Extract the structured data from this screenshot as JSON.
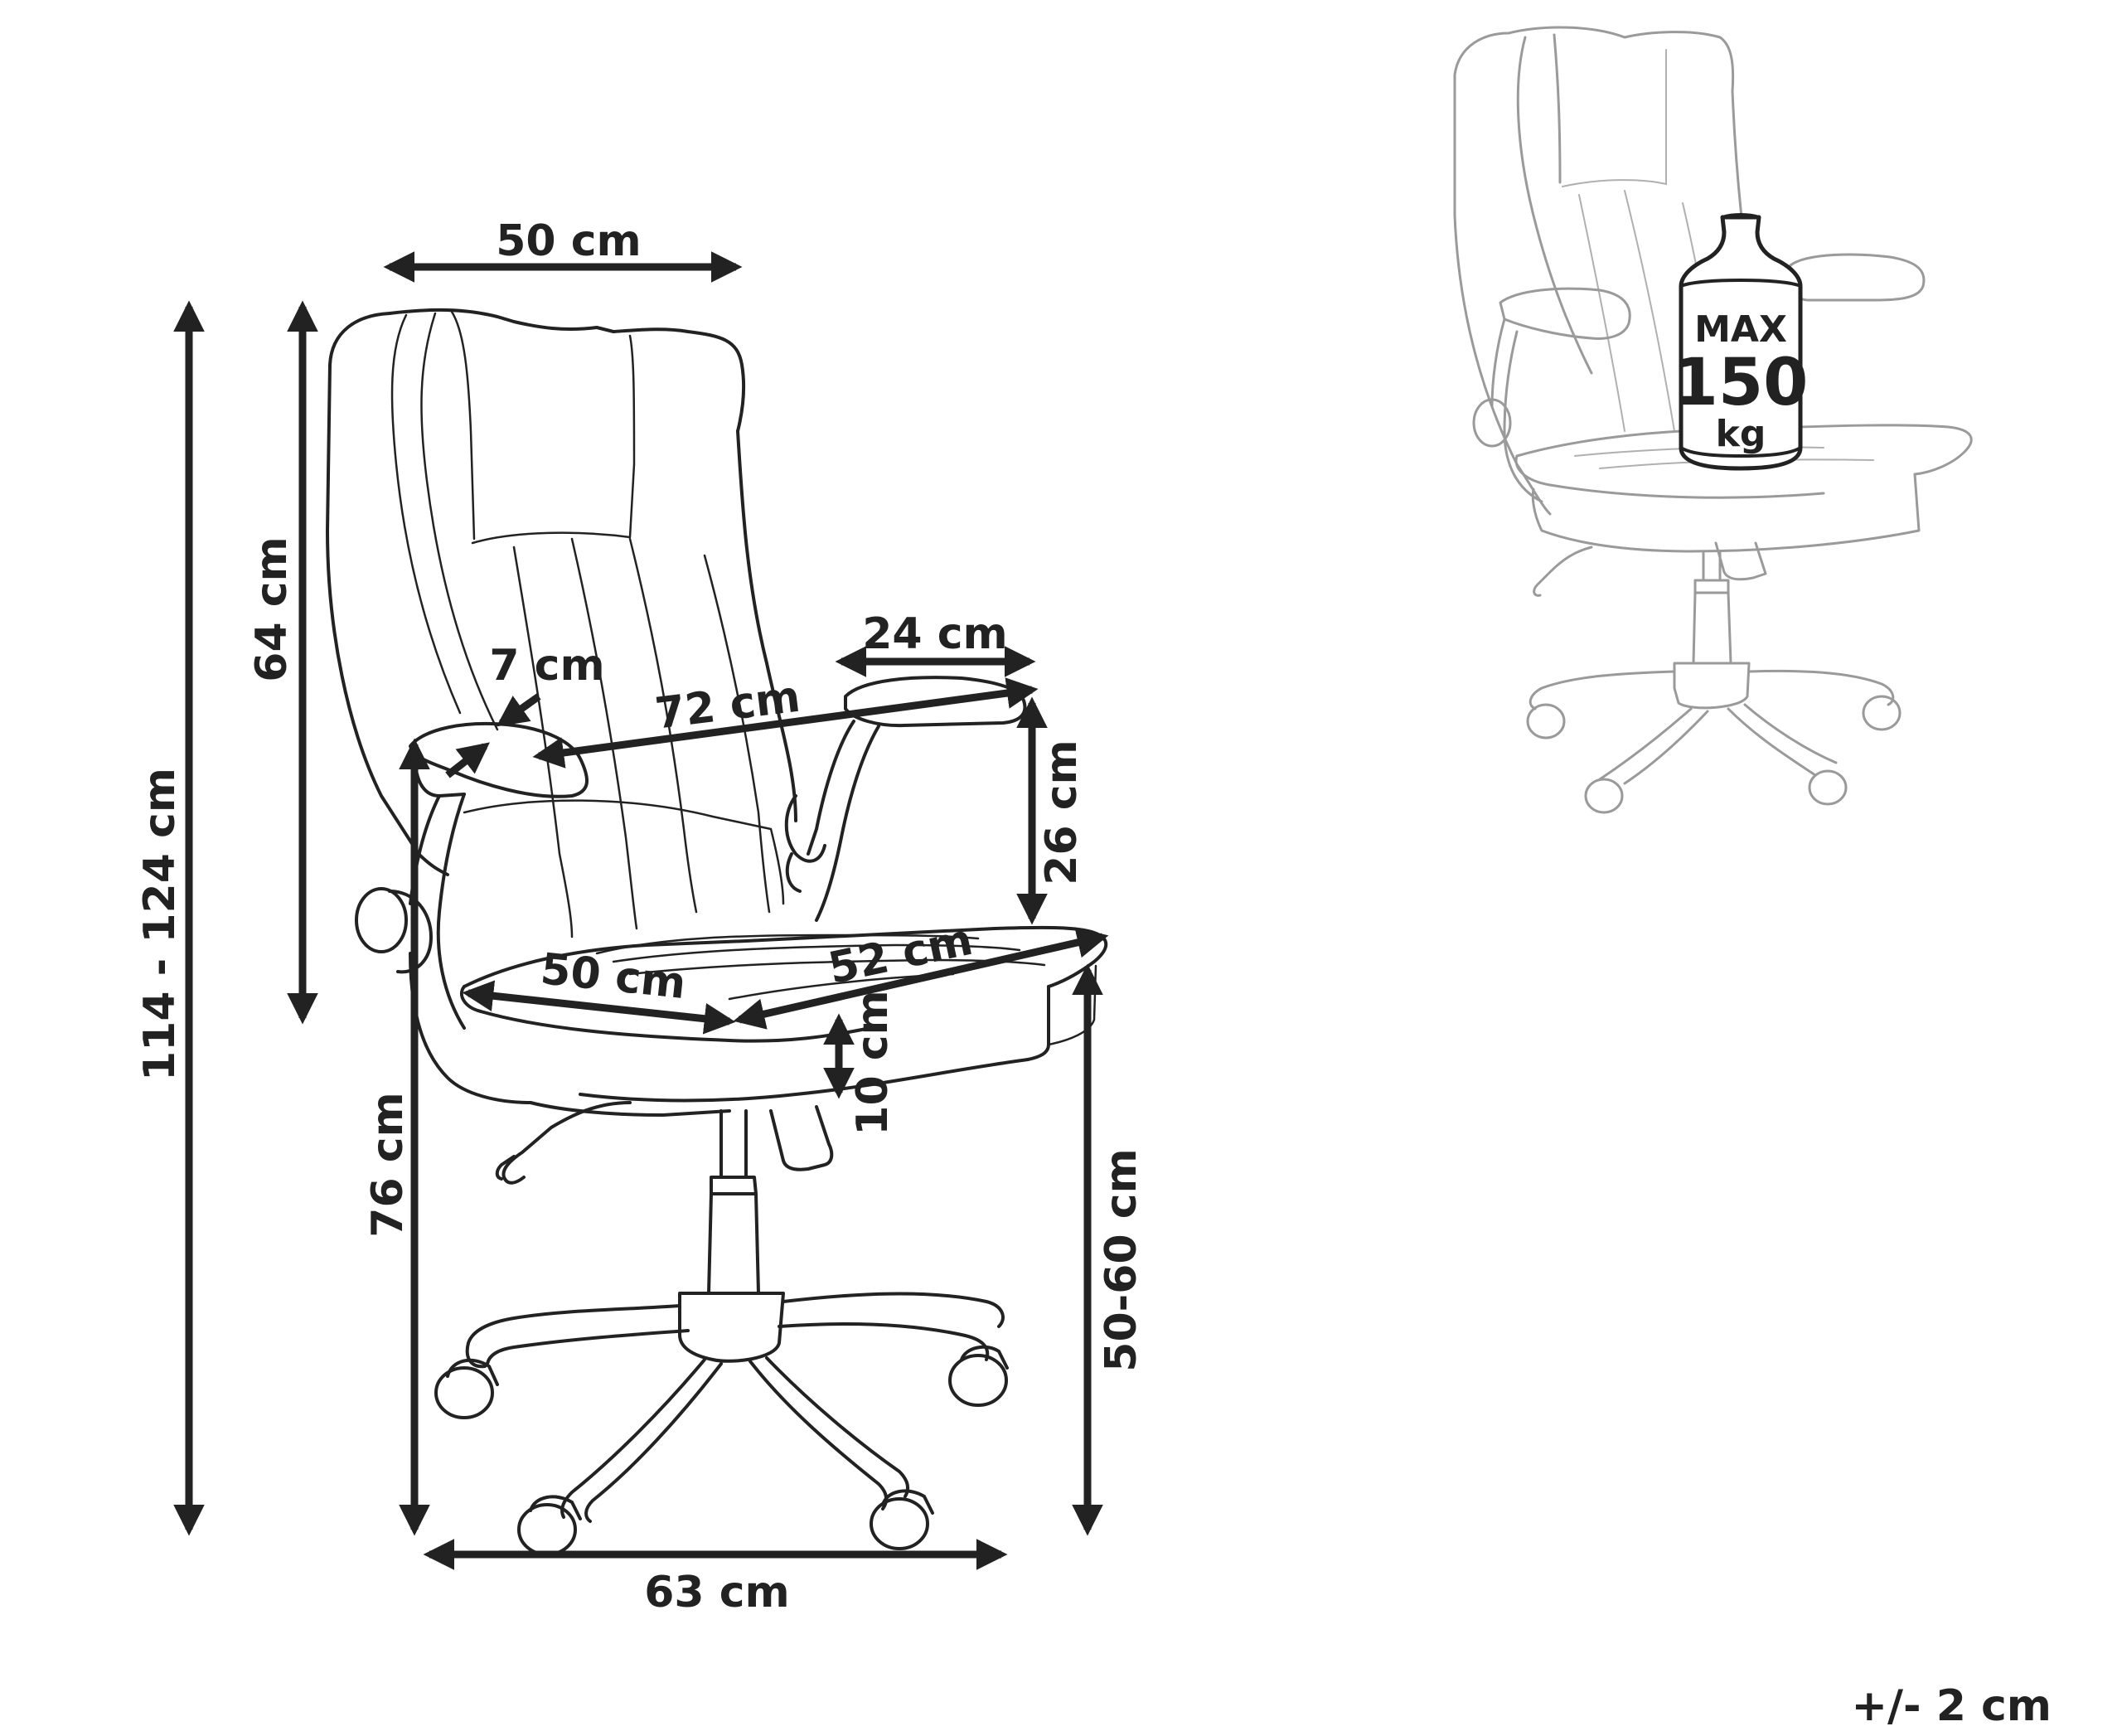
{
  "dimensions": {
    "top_width": "50 cm",
    "total_height": "114 - 124 cm",
    "backrest_height": "64 cm",
    "armrest_thickness": "7 cm",
    "armrest_span": "72 cm",
    "armrest_length": "24 cm",
    "armrest_to_seat": "26 cm",
    "seat_width": "50 cm",
    "seat_depth": "52 cm",
    "seat_thickness": "10 cm",
    "armrest_floor_height": "76 cm",
    "seat_height": "50-60 cm",
    "base_width": "63 cm"
  },
  "weight_badge": {
    "line1": "MAX",
    "line2": "150",
    "line3": "kg"
  },
  "tolerance": "+/- 2 cm"
}
